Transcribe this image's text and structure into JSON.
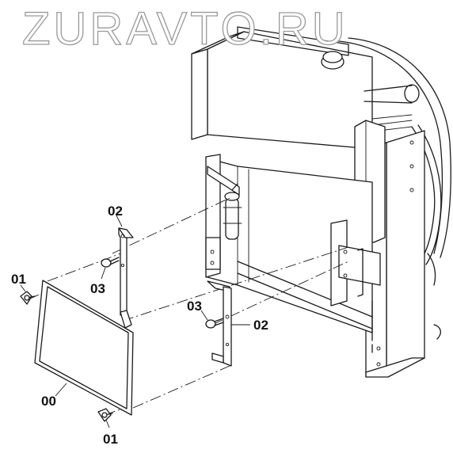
{
  "watermark": {
    "text": "ZURAVTO.RU"
  },
  "callouts": [
    {
      "id": "top-bracket-label",
      "text": "02"
    },
    {
      "id": "left-bolt-label",
      "text": "03"
    },
    {
      "id": "top-nut-label",
      "text": "01"
    },
    {
      "id": "right-bolt-label",
      "text": "03"
    },
    {
      "id": "right-bracket-label",
      "text": "02"
    },
    {
      "id": "screen-label",
      "text": "00"
    },
    {
      "id": "bottom-nut-label",
      "text": "01"
    }
  ]
}
